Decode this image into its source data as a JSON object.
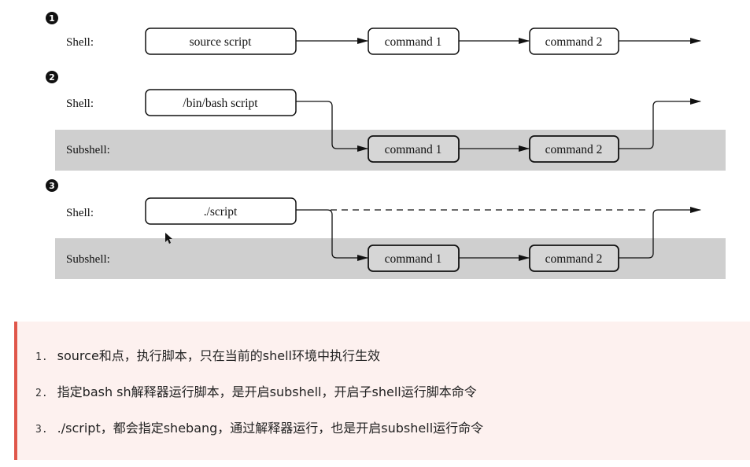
{
  "diagram": {
    "scenarios": [
      {
        "number": "1",
        "shell_label": "Shell:",
        "script_label": "source script",
        "commands": [
          "command 1",
          "command 2"
        ]
      },
      {
        "number": "2",
        "shell_label": "Shell:",
        "subshell_label": "Subshell:",
        "script_label": "/bin/bash script",
        "commands": [
          "command 1",
          "command 2"
        ]
      },
      {
        "number": "3",
        "shell_label": "Shell:",
        "subshell_label": "Subshell:",
        "script_label": "./script",
        "commands": [
          "command 1",
          "command 2"
        ]
      }
    ],
    "colors": {
      "subshell_band": "#cfcfcf",
      "note_background": "#fdf1ef",
      "note_border": "#e0564a"
    }
  },
  "notes": [
    {
      "num": "1.",
      "text": "source和点，执行脚本，只在当前的shell环境中执行生效"
    },
    {
      "num": "2.",
      "text": "指定bash sh解释器运行脚本，是开启subshell，开启子shell运行脚本命令"
    },
    {
      "num": "3.",
      "text": "./script，都会指定shebang，通过解释器运行，也是开启subshell运行命令"
    }
  ]
}
